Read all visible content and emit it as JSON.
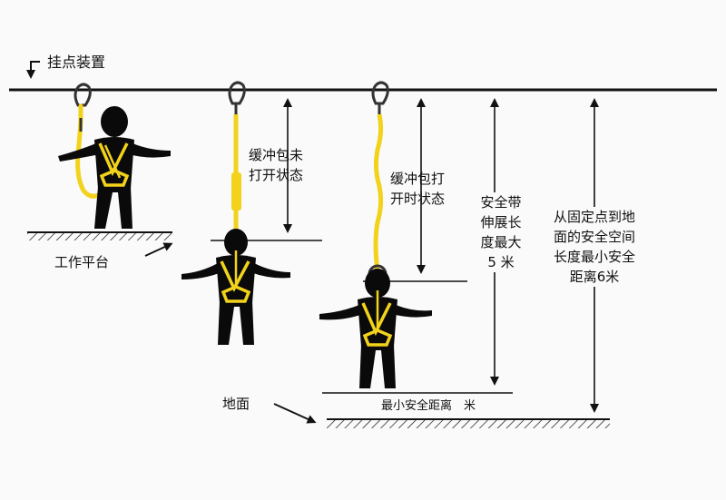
{
  "labels": {
    "anchor_device": "挂点装置",
    "work_platform": "工作平台",
    "ground": "地面",
    "buffer_closed_line1": "缓冲包未",
    "buffer_closed_line2": "打开状态",
    "buffer_open_line1": "缓冲包打",
    "buffer_open_line2": "开时状态",
    "belt_extension_line1": "安全带",
    "belt_extension_line2": "伸展长",
    "belt_extension_line3": "度最大",
    "belt_extension_line4": "5 米",
    "min_distance_line1": "从固定点到地",
    "min_distance_line2": "面的安全空间",
    "min_distance_line3": "长度最小安全",
    "min_distance_line4": "距离6米",
    "min_safe_distance": "最小安全距离　米"
  },
  "colors": {
    "lanyard": "#f2d21a",
    "figure": "#0a0a0a",
    "line": "#111111",
    "background": "#fafafa"
  }
}
